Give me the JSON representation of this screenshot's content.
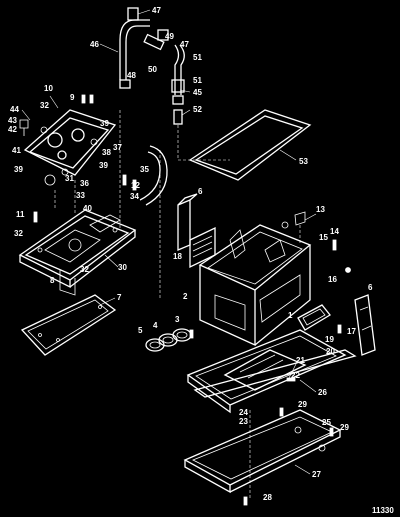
{
  "diagram": {
    "reference_number": "11330",
    "callouts": [
      "1",
      "2",
      "3",
      "4",
      "5",
      "6",
      "7",
      "8",
      "9",
      "10",
      "11",
      "12",
      "13",
      "14",
      "15",
      "16",
      "17",
      "18",
      "19",
      "20",
      "21",
      "22",
      "23",
      "24",
      "25",
      "26",
      "27",
      "28",
      "29",
      "30",
      "31",
      "32",
      "33",
      "34",
      "35",
      "36",
      "37",
      "38",
      "39",
      "40",
      "41",
      "42",
      "43",
      "44",
      "45",
      "46",
      "47",
      "48",
      "49",
      "50",
      "51",
      "52",
      "53"
    ]
  }
}
